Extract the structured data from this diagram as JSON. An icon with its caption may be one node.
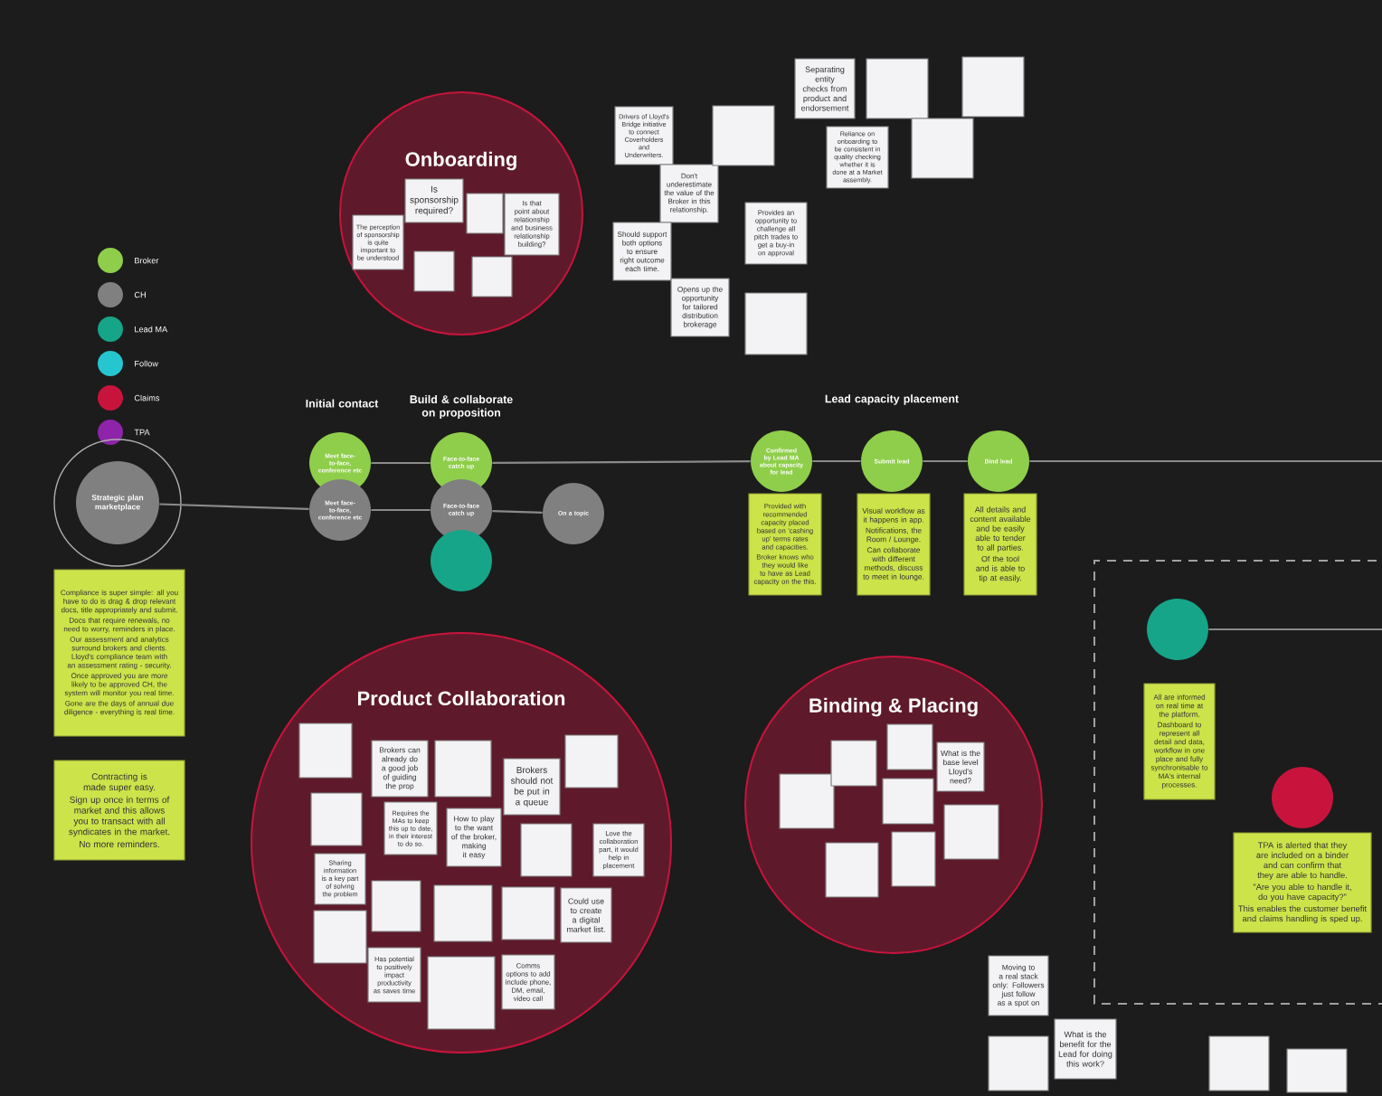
{
  "diagram": {
    "nodes": [
      {
        "text": [
          "Strategic plan marketplace"
        ]
      },
      {
        "text": [
          "Meet face-to-face, conference etc"
        ]
      },
      {
        "text": [
          "Meet face-to-face, conference etc"
        ]
      },
      {
        "text": [
          "Face-to-face catch up"
        ]
      },
      {
        "text": [
          "Face-to-face catch up"
        ]
      },
      {
        "text": [],
        "shape": "circle"
      },
      {
        "text": [
          "On a topic"
        ]
      },
      {
        "text": [
          "Confirmed by Lead MA about capacity for lead"
        ]
      },
      {
        "text": [
          "Submit lead"
        ]
      },
      {
        "text": [
          "Bind lead"
        ]
      },
      {
        "text": [
          "Provided with recommended capacity placed based on 'cashing up' terms rates and capacities.",
          "Broker knows who they would like to have as Lead capacity on the this."
        ]
      },
      {
        "text": [
          "Visual workflow as it happens in app.",
          "Notifications, the Room / Lounge.",
          "Can collaborate with different methods, discuss to meet in lounge."
        ]
      },
      {
        "text": [
          "All details and content available and be easily able to tender to all parties.",
          "Of the tool and is able to tip at easily."
        ]
      },
      {
        "text": [
          "Compliance is super simple: all you have to do is drag & drop relevant docs, title appropriately and submit.",
          "Docs that require renewals, no need to worry, reminders in place.",
          "Our assessment and analytics surround brokers and clients. Lloyd's compliance team with an assessment rating - security.",
          "Once approved you are more likely to be approved CH, the system will monitor you real time.",
          "Gone are the days of annual due diligence - everything is real time."
        ]
      },
      {
        "text": [
          "Contracting is made super easy.",
          "Sign up once in terms of market and this allows you to transact with all syndicates in the market.",
          "No more reminders."
        ]
      },
      {
        "text": [
          "Onboarding"
        ]
      },
      {
        "text": [
          "The perception of sponsorship is quite important to be understood"
        ],
        "in": 15
      },
      {
        "text": [
          "Is sponsorship required?"
        ],
        "in": 15
      },
      {
        "text": [],
        "shape": "box",
        "in": 15
      },
      {
        "text": [
          "Is that point about relationship and business relationship building?"
        ],
        "in": 15
      },
      {
        "text": [],
        "shape": "box",
        "in": 15
      },
      {
        "text": [],
        "shape": "box",
        "in": 15
      },
      {
        "text": [
          "Drivers of Lloyd's Bridge initiative to connect Coverholders and Underwriters."
        ]
      },
      {
        "text": [
          "Don't underestimate the value of the Broker in this relationship."
        ]
      },
      {
        "text": [
          "Should support both options to ensure right outcome each time."
        ]
      },
      {
        "text": [
          "Opens up the opportunity for tailored distribution brokerage"
        ]
      },
      {
        "text": [],
        "shape": "box"
      },
      {
        "text": [
          "Provides an opportunity to challenge all pitch trades to get a buy-in on approval"
        ]
      },
      {
        "text": [],
        "shape": "box"
      },
      {
        "text": [
          "Separating entity checks from product and endorsement"
        ]
      },
      {
        "text": [
          "Reliance on onboarding to be consistent in quality checking whether it is done at a Market assembly."
        ]
      },
      {
        "text": [],
        "shape": "box"
      },
      {
        "text": [],
        "shape": "box"
      },
      {
        "text": [],
        "shape": "box"
      },
      {
        "text": [
          "Product Collaboration"
        ]
      },
      {
        "text": [],
        "shape": "box",
        "in": 34
      },
      {
        "text": [
          "Brokers can already do a good job of guiding the prop"
        ],
        "in": 34
      },
      {
        "text": [],
        "shape": "box",
        "in": 34
      },
      {
        "text": [],
        "shape": "box",
        "in": 34
      },
      {
        "text": [
          "Requires the MAs to keep this up to date, in their interest to do so."
        ],
        "in": 34
      },
      {
        "text": [
          "How to play to the want of the broker, making it easy"
        ],
        "in": 34
      },
      {
        "text": [
          "Sharing information is a key part of solving the problem"
        ],
        "in": 34
      },
      {
        "text": [],
        "shape": "box",
        "in": 34
      },
      {
        "text": [],
        "shape": "box",
        "in": 34
      },
      {
        "text": [],
        "shape": "box",
        "in": 34
      },
      {
        "text": [
          "Has potential to positively impact productivity as saves time"
        ],
        "in": 34
      },
      {
        "text": [],
        "shape": "box",
        "in": 34
      },
      {
        "text": [
          "Brokers should not be put in a queue"
        ],
        "in": 34
      },
      {
        "text": [],
        "shape": "box",
        "in": 34
      },
      {
        "text": [],
        "shape": "box",
        "in": 34
      },
      {
        "text": [
          "Love the collaboration part, it would help in placement"
        ],
        "in": 34
      },
      {
        "text": [],
        "shape": "box",
        "in": 34
      },
      {
        "text": [
          "Could use to create a digital market list."
        ],
        "in": 34
      },
      {
        "text": [
          "Comms options to add include phone, DM, email, video call"
        ],
        "in": 34
      },
      {
        "text": [
          "Binding & Placing"
        ]
      },
      {
        "text": [],
        "shape": "box",
        "in": 54
      },
      {
        "text": [],
        "shape": "box",
        "in": 54
      },
      {
        "text": [],
        "shape": "box",
        "in": 54
      },
      {
        "text": [],
        "shape": "box",
        "in": 54
      },
      {
        "text": [],
        "shape": "box",
        "in": 54
      },
      {
        "text": [],
        "shape": "box",
        "in": 54
      },
      {
        "text": [
          "What is the base level Lloyd's need?"
        ],
        "in": 54
      },
      {
        "text": [],
        "shape": "box",
        "in": 54
      },
      {
        "text": [],
        "shape": "circle"
      },
      {
        "text": [
          "All are informed on real time at the platform.",
          "Dashboard to represent all detail and data, workflow in one place and fully synchronisable to MA's internal processes."
        ]
      },
      {
        "text": [],
        "shape": "circle"
      },
      {
        "text": [
          "TPA is alerted that they are included on a binder and can confirm that they are able to handle.",
          "\"Are you able to handle it, do you have capacity?\"",
          "This enables the customer benefit and claims handling is sped up."
        ]
      },
      {
        "text": [
          "Moving to a real stack only: Followers just follow as a spot on"
        ]
      },
      {
        "text": [
          "What is the benefit for the Lead for doing this work?"
        ]
      },
      {
        "text": [],
        "shape": "box"
      },
      {
        "text": [],
        "shape": "box"
      },
      {
        "text": [],
        "shape": "box"
      }
    ],
    "edges": [
      {
        "from": 0,
        "to": 2,
        "arrow": "none"
      },
      {
        "from": 2,
        "to": 4,
        "arrow": "none"
      },
      {
        "from": 4,
        "to": 6,
        "arrow": "none"
      },
      {
        "from": 1,
        "to": 3,
        "arrow": "none"
      },
      {
        "from": 3,
        "to": 7,
        "arrow": "none"
      },
      {
        "from": 7,
        "to": 8,
        "arrow": "none"
      },
      {
        "from": 8,
        "to": 9,
        "arrow": "none"
      },
      {
        "from": 9,
        "to": null,
        "arrow": "none"
      },
      {
        "from": 63,
        "to": null,
        "arrow": "none"
      }
    ],
    "labels": [
      "Initial contact",
      "Build & collaborate on proposition",
      "Lead capacity placement"
    ],
    "legend": [
      {
        "text": "Broker",
        "color": "#8fce4a"
      },
      {
        "text": "CH",
        "color": "#808080"
      },
      {
        "text": "Lead MA",
        "color": "#17a589"
      },
      {
        "text": "Follow",
        "color": "#26c6d0"
      },
      {
        "text": "Claims",
        "color": "#c8143c"
      },
      {
        "text": "TPA",
        "color": "#8e24aa"
      }
    ]
  }
}
